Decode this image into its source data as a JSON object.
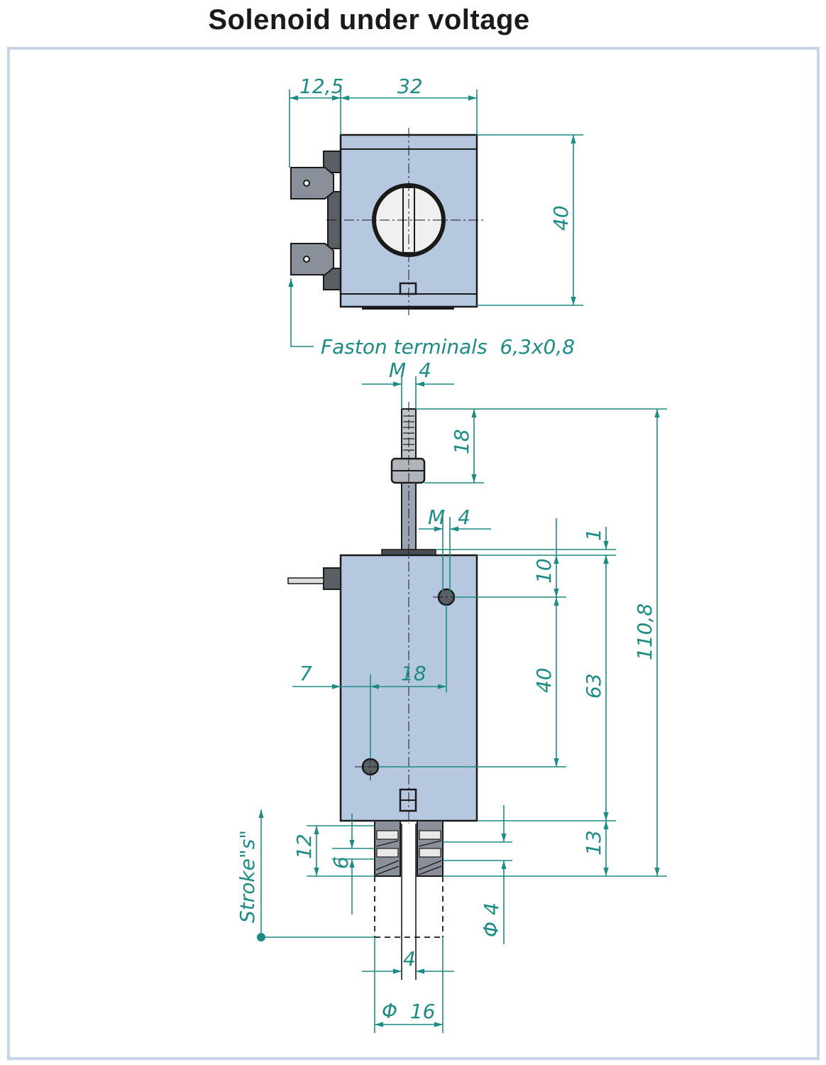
{
  "title": "Solenoid under voltage",
  "top_view": {
    "dim_width_left": "12,5",
    "dim_width_body": "32",
    "dim_height": "40",
    "note": "Faston terminals  6,3x0,8"
  },
  "front_view": {
    "dim_thread_top": "M  4",
    "dim_thread_length": "18",
    "dim_thread_side": "M  4",
    "dim_gap_top": "1",
    "dim_hole_offset": "10",
    "dim_hole_spacing": "40",
    "dim_body_length": "63",
    "dim_total_length": "110,8",
    "dim_left_offset": "7",
    "dim_hole_pitch": "18",
    "dim_flange_12": "12",
    "dim_flange_6": "6",
    "dim_bottom_13": "13",
    "dim_bore": "Φ 4",
    "stroke_label": "Stroke\"s\"",
    "dim_pin_4": "4",
    "dim_diameter_16": "Φ  16"
  },
  "colors": {
    "body": "#b6c7e0",
    "dimension": "#1b8b86",
    "frame": "#c9d4e6"
  }
}
